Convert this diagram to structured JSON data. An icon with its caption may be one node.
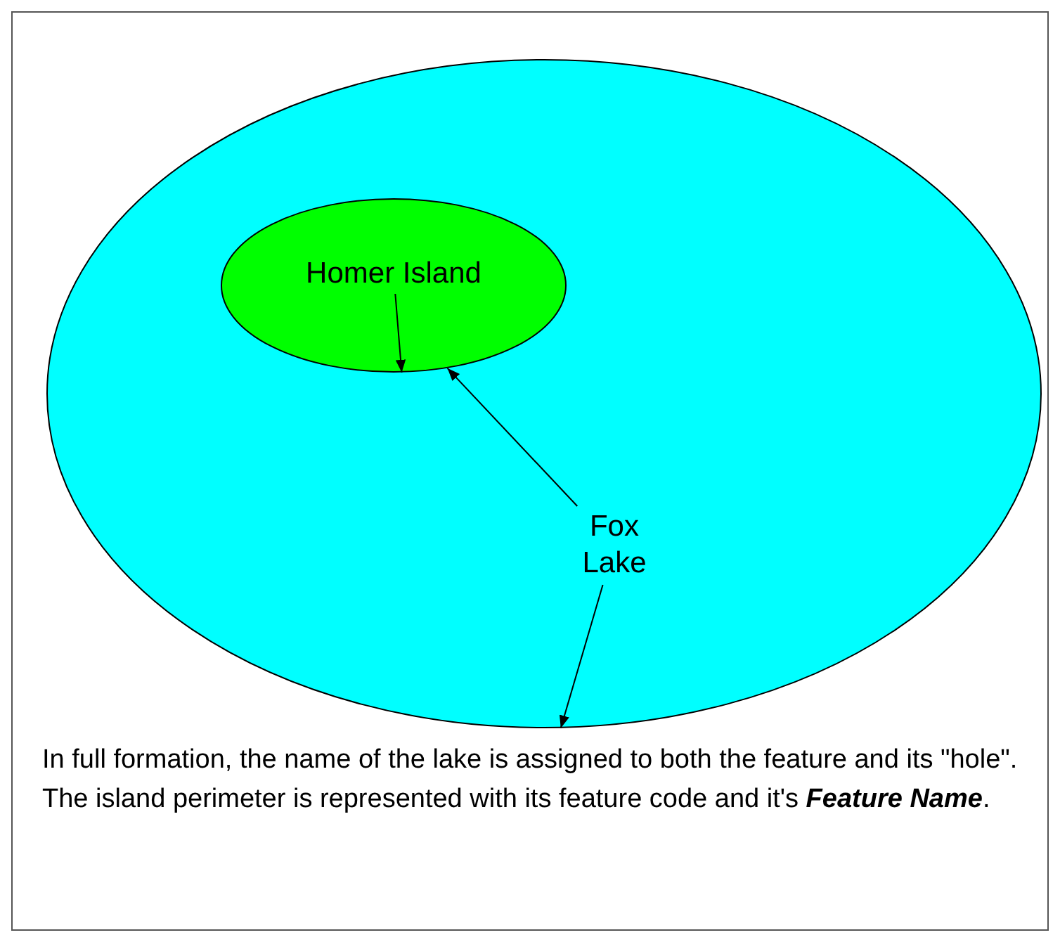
{
  "diagram": {
    "nodes": [
      {
        "text": [],
        "shape": "ellipse"
      },
      {
        "text": [],
        "shape": "ellipse",
        "in": 0
      },
      {
        "text": [
          "Homer Island"
        ],
        "in": 1
      },
      {
        "text": [
          "Fox Lake"
        ],
        "in": 0
      }
    ],
    "edges": [
      {
        "from": 2,
        "to": 1,
        "arrow": "to"
      },
      {
        "from": 3,
        "to": 1,
        "arrow": "to"
      },
      {
        "from": 3,
        "to": 0,
        "arrow": "to"
      }
    ],
    "caption": "In full formation, the name of the lake is assigned to both the feature and its \"hole\".  The island perimeter is represented with its feature code and it's **Feature Name**."
  }
}
